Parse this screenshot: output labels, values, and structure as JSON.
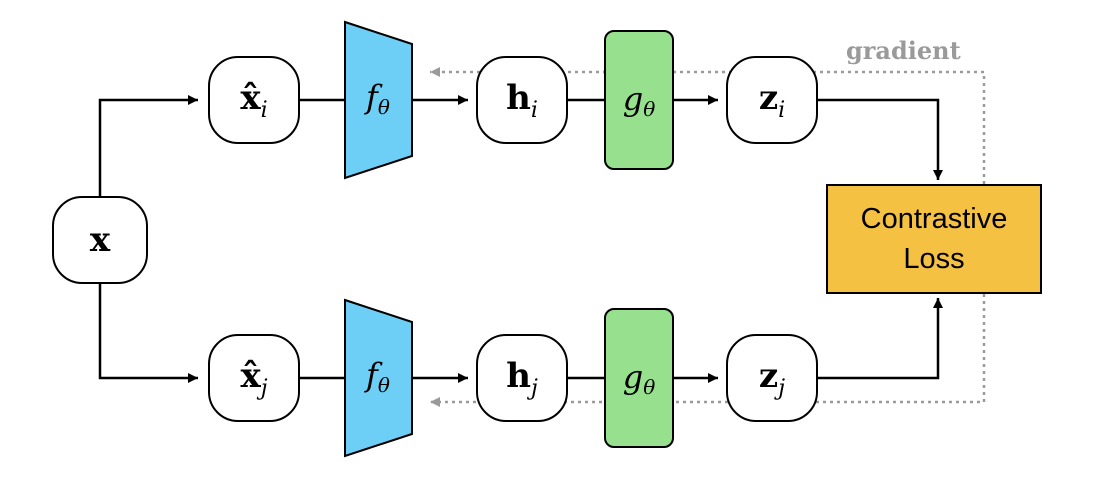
{
  "input": {
    "symbol": "x"
  },
  "branch_i": {
    "augmented": {
      "symbol": "x̂",
      "subscript": "i"
    },
    "encoder": {
      "symbol": "f",
      "subscript": "θ"
    },
    "representation": {
      "symbol": "h",
      "subscript": "i"
    },
    "projection": {
      "symbol": "g",
      "subscript": "θ"
    },
    "embedding": {
      "symbol": "z",
      "subscript": "i"
    }
  },
  "branch_j": {
    "augmented": {
      "symbol": "x̂",
      "subscript": "j"
    },
    "encoder": {
      "symbol": "f",
      "subscript": "θ"
    },
    "representation": {
      "symbol": "h",
      "subscript": "j"
    },
    "projection": {
      "symbol": "g",
      "subscript": "θ"
    },
    "embedding": {
      "symbol": "z",
      "subscript": "j"
    }
  },
  "loss": {
    "line1": "Contrastive",
    "line2": "Loss"
  },
  "gradient_label": "gradient",
  "colors": {
    "encoder_fill": "#6dcff6",
    "projection_fill": "#97e08e",
    "loss_fill": "#f4c142",
    "gradient_stroke": "#9a9a9a",
    "stroke": "#000000"
  }
}
